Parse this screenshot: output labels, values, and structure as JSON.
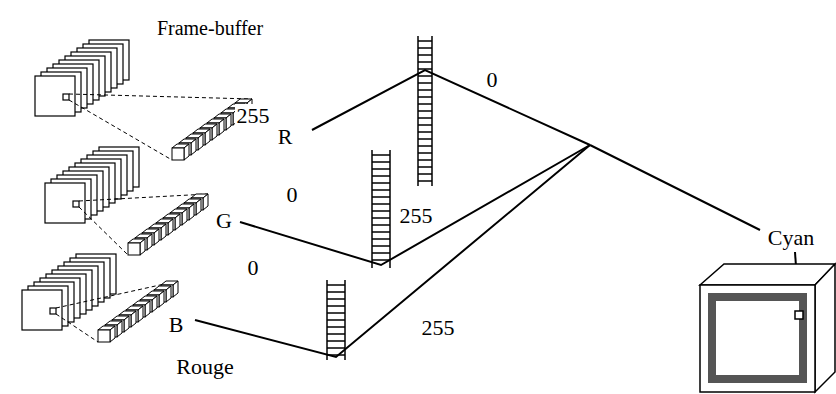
{
  "diagram": {
    "labels": [
      "Frame-buffer",
      "255",
      "0",
      "R",
      "0",
      "255",
      "G",
      "0",
      "B",
      "255",
      "Rouge",
      "Cyan"
    ]
  }
}
